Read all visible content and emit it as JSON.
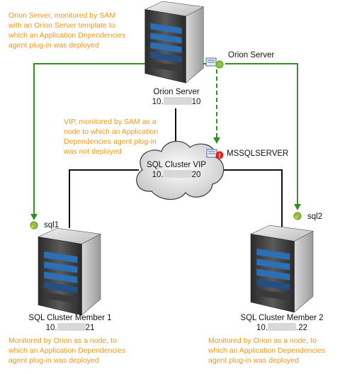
{
  "notes": {
    "orion_server": "Orion Server, monitored by SAM\nwith an Orion Server template to\nwhich an Application Dependencies\nagent plug-in was deployed",
    "vip": "VIP, monitored by SAM as a\nnode to which an Application\nDependencies agent plug-in\nwas not deployed",
    "member1": "Monitored by Orion as a node, to\nwhich an Application Dependencies\nagent plug-in was deployed",
    "member2": "Monitored by Orion as a node, to\nwhich an Application Dependencies\nagent plug-in was deployed"
  },
  "nodes": {
    "orion_server": {
      "name": "Orion Server",
      "ip_prefix": "10.",
      "ip_suffix": "10"
    },
    "sql_vip": {
      "name": "SQL Cluster VIP",
      "ip_prefix": "10.",
      "ip_suffix": "20"
    },
    "member1": {
      "name": "SQL Cluster Member 1",
      "ip_prefix": "10.",
      "ip_suffix": "21"
    },
    "member2": {
      "name": "SQL Cluster Member 2",
      "ip_prefix": "10.",
      "ip_suffix": ".22"
    }
  },
  "app_labels": {
    "orion": "Orion Server",
    "mssql": "MSSQLSERVER",
    "sql1": "sql1",
    "sql2": "sql2"
  },
  "colors": {
    "note_text": "#e8961e",
    "connector_green": "#3b8a2a",
    "status_green": "#8cc63f",
    "alert_red": "#d9261c",
    "network_line": "#111111"
  }
}
